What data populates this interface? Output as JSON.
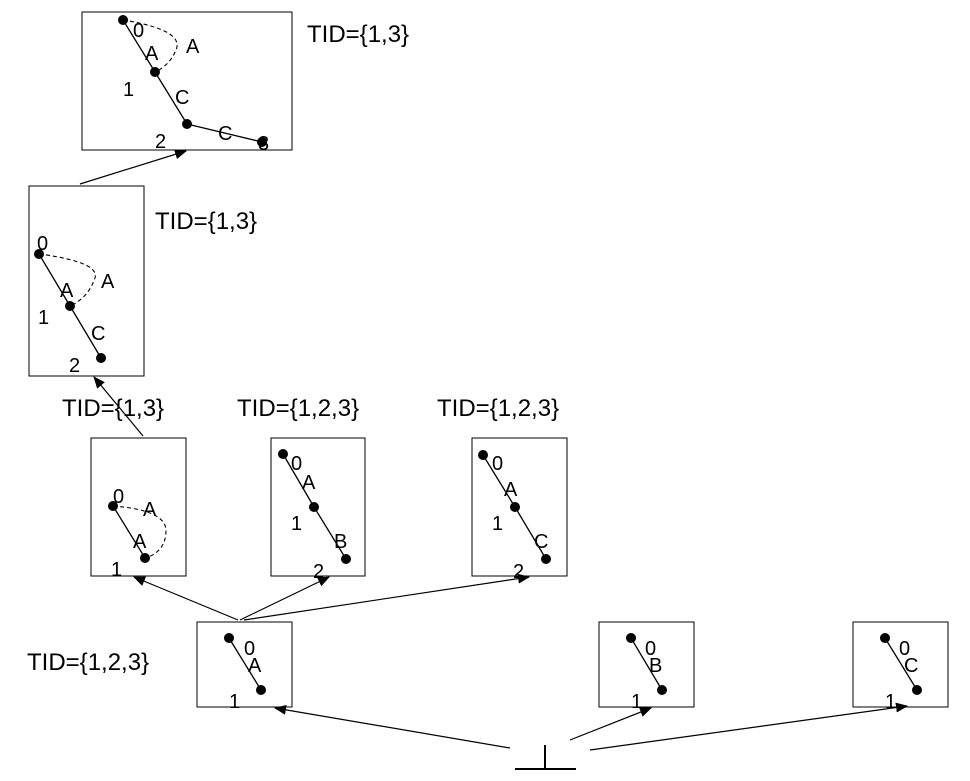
{
  "diagram": {
    "tid_labels": {
      "l5": "TID={1,3}",
      "l4": "TID={1,3}",
      "l3a": "TID={1,3}",
      "l3b": "TID={1,2,3}",
      "l3c": "TID={1,2,3}",
      "l2a": "TID={1,2,3}"
    },
    "patterns": {
      "p5": {
        "nodes": [
          "0",
          "1",
          "2",
          "3"
        ],
        "edges": [
          "A",
          "C",
          "C"
        ],
        "back_edge": "A"
      },
      "p4": {
        "nodes": [
          "0",
          "1",
          "2"
        ],
        "edges": [
          "A",
          "C"
        ],
        "back_edge": "A"
      },
      "p3a": {
        "nodes": [
          "0",
          "1"
        ],
        "edges": [
          "A"
        ],
        "back_edge": "A"
      },
      "p3b": {
        "nodes": [
          "0",
          "1",
          "2"
        ],
        "edges": [
          "A",
          "B"
        ]
      },
      "p3c": {
        "nodes": [
          "0",
          "1",
          "2"
        ],
        "edges": [
          "A",
          "C"
        ]
      },
      "p2a": {
        "nodes": [
          "0",
          "1"
        ],
        "edges": [
          "A"
        ]
      },
      "p2b": {
        "nodes": [
          "0",
          "1"
        ],
        "edges": [
          "B"
        ]
      },
      "p2c": {
        "nodes": [
          "0",
          "1"
        ],
        "edges": [
          "C"
        ]
      }
    }
  }
}
